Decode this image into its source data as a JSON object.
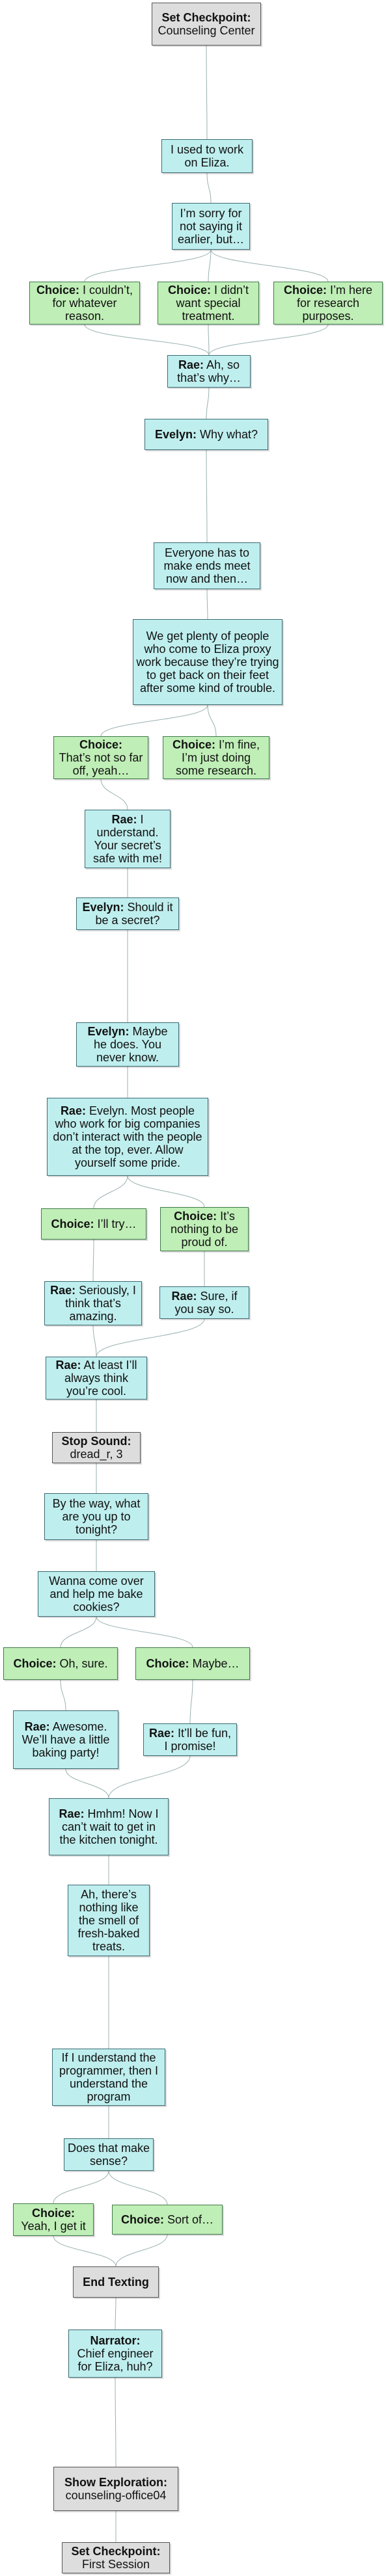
{
  "nodes": [
    {
      "id": "n1",
      "type": "command",
      "label": "Set Checkpoint:",
      "text": "Counseling Center"
    },
    {
      "id": "n2",
      "type": "dialog",
      "label": "",
      "text": "I used to work on Eliza."
    },
    {
      "id": "n3",
      "type": "dialog",
      "label": "",
      "text": "I’m sorry for not saying it earlier, but…"
    },
    {
      "id": "n4",
      "type": "choice",
      "label": "Choice:",
      "text": "I couldn’t, for whatever reason."
    },
    {
      "id": "n5",
      "type": "choice",
      "label": "Choice:",
      "text": "I didn’t want special treatment."
    },
    {
      "id": "n6",
      "type": "choice",
      "label": "Choice:",
      "text": "I’m here for research purposes."
    },
    {
      "id": "n7",
      "type": "dialog",
      "label": "Rae:",
      "text": "Ah, so that’s why…"
    },
    {
      "id": "n8",
      "type": "dialog",
      "label": "Evelyn:",
      "text": "Why what?"
    },
    {
      "id": "n9",
      "type": "dialog",
      "label": "",
      "text": "Everyone has to make ends meet now and then…"
    },
    {
      "id": "n10",
      "type": "dialog",
      "label": "",
      "text": "We get plenty of people who come to Eliza proxy work because they’re trying to get back on their feet after some kind of trouble."
    },
    {
      "id": "n11",
      "type": "choice",
      "label": "Choice:",
      "text": "That’s not so far off, yeah…"
    },
    {
      "id": "n12",
      "type": "choice",
      "label": "Choice:",
      "text": "I’m fine, I’m just doing some research."
    },
    {
      "id": "n13",
      "type": "dialog",
      "label": "Rae:",
      "text": "I understand. Your secret’s safe with me!"
    },
    {
      "id": "n14",
      "type": "dialog",
      "label": "Evelyn:",
      "text": "Should it be a secret?"
    },
    {
      "id": "n15",
      "type": "dialog",
      "label": "Evelyn:",
      "text": "Maybe he does. You never know."
    },
    {
      "id": "n16",
      "type": "dialog",
      "label": "Rae:",
      "text": "Evelyn. Most people who work for big companies don’t interact with the people at the top, ever. Allow yourself some pride."
    },
    {
      "id": "n17",
      "type": "choice",
      "label": "Choice:",
      "text": "I’ll try…"
    },
    {
      "id": "n18",
      "type": "choice",
      "label": "Choice:",
      "text": "It’s nothing to be proud of."
    },
    {
      "id": "n19",
      "type": "dialog",
      "label": "Rae:",
      "text": "Seriously, I think that’s amazing."
    },
    {
      "id": "n20",
      "type": "dialog",
      "label": "Rae:",
      "text": "Sure, if you say so."
    },
    {
      "id": "n21",
      "type": "dialog",
      "label": "Rae:",
      "text": "At least I’ll always think you’re cool."
    },
    {
      "id": "n22",
      "type": "command",
      "label": "Stop Sound:",
      "text": "dread_r, 3"
    },
    {
      "id": "n23",
      "type": "dialog",
      "label": "",
      "text": "By the way, what are you up to tonight?"
    },
    {
      "id": "n24",
      "type": "dialog",
      "label": "",
      "text": "Wanna come over and help me bake cookies?"
    },
    {
      "id": "n25",
      "type": "choice",
      "label": "Choice:",
      "text": "Oh, sure."
    },
    {
      "id": "n26",
      "type": "choice",
      "label": "Choice:",
      "text": "Maybe…"
    },
    {
      "id": "n27",
      "type": "dialog",
      "label": "Rae:",
      "text": "Awesome. We’ll have a little baking party!"
    },
    {
      "id": "n28",
      "type": "dialog",
      "label": "Rae:",
      "text": "It’ll be fun, I promise!"
    },
    {
      "id": "n29",
      "type": "dialog",
      "label": "Rae:",
      "text": "Hmhm! Now I can’t wait to get in the kitchen tonight."
    },
    {
      "id": "n30",
      "type": "dialog",
      "label": "",
      "text": "Ah, there’s nothing like the smell of fresh-baked treats."
    },
    {
      "id": "n31",
      "type": "dialog",
      "label": "",
      "text": "If I understand the programmer, then I understand the program"
    },
    {
      "id": "n32",
      "type": "dialog",
      "label": "",
      "text": "Does that make sense?"
    },
    {
      "id": "n33",
      "type": "choice",
      "label": "Choice:",
      "text": "Yeah, I get it"
    },
    {
      "id": "n34",
      "type": "choice",
      "label": "Choice:",
      "text": "Sort of…"
    },
    {
      "id": "n35",
      "type": "command",
      "label": "End Texting",
      "text": ""
    },
    {
      "id": "n36",
      "type": "dialog",
      "label": "Narrator:",
      "text": "Chief engineer for Eliza, huh?"
    },
    {
      "id": "n37",
      "type": "command",
      "label": "Show Exploration:",
      "text": "counseling-office04"
    },
    {
      "id": "n38",
      "type": "command",
      "label": "Set Checkpoint:",
      "text": "First Session"
    }
  ],
  "edges": [
    [
      "n1",
      "n2"
    ],
    [
      "n2",
      "n3"
    ],
    [
      "n3",
      "n4"
    ],
    [
      "n3",
      "n5"
    ],
    [
      "n3",
      "n6"
    ],
    [
      "n4",
      "n7"
    ],
    [
      "n5",
      "n7"
    ],
    [
      "n6",
      "n7"
    ],
    [
      "n7",
      "n8"
    ],
    [
      "n8",
      "n9"
    ],
    [
      "n9",
      "n10"
    ],
    [
      "n10",
      "n11"
    ],
    [
      "n10",
      "n12"
    ],
    [
      "n11",
      "n13"
    ],
    [
      "n13",
      "n14"
    ],
    [
      "n14",
      "n15"
    ],
    [
      "n15",
      "n16"
    ],
    [
      "n16",
      "n17"
    ],
    [
      "n16",
      "n18"
    ],
    [
      "n17",
      "n19"
    ],
    [
      "n18",
      "n20"
    ],
    [
      "n19",
      "n21"
    ],
    [
      "n20",
      "n21"
    ],
    [
      "n21",
      "n22"
    ],
    [
      "n22",
      "n23"
    ],
    [
      "n23",
      "n24"
    ],
    [
      "n24",
      "n25"
    ],
    [
      "n24",
      "n26"
    ],
    [
      "n25",
      "n27"
    ],
    [
      "n26",
      "n28"
    ],
    [
      "n27",
      "n29"
    ],
    [
      "n28",
      "n29"
    ],
    [
      "n29",
      "n30"
    ],
    [
      "n30",
      "n31"
    ],
    [
      "n31",
      "n32"
    ],
    [
      "n32",
      "n33"
    ],
    [
      "n32",
      "n34"
    ],
    [
      "n33",
      "n35"
    ],
    [
      "n34",
      "n35"
    ],
    [
      "n35",
      "n36"
    ],
    [
      "n36",
      "n37"
    ],
    [
      "n37",
      "n38"
    ]
  ],
  "colors": {
    "dialog": "#bfeeee",
    "choice": "#bfeeb6",
    "command": "#dddddd",
    "edge": "#9ab0b0"
  }
}
